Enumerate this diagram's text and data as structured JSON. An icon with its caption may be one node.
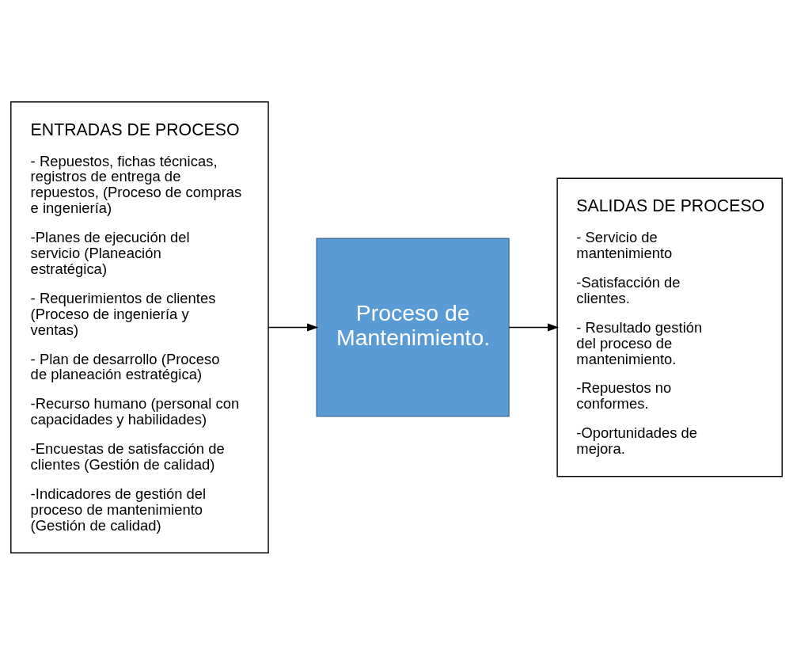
{
  "diagram": {
    "nodes": [
      {
        "text": [
          "ENTRADAS DE PROCESO",
          "- Repuestos, fichas técnicas, registros de entrega de repuestos, (Proceso de compras e ingeniería)",
          "-Planes de ejecución del servicio (Planeación estratégica)",
          "- Requerimientos de clientes (Proceso de ingeniería y ventas)",
          "- Plan de desarrollo (Proceso de planeación estratégica)",
          "-Recurso humano (personal con capacidades y habilidades)",
          "-Encuestas de satisfacción de clientes (Gestión de calidad)",
          "-Indicadores de gestión del proceso de mantenimiento (Gestión de calidad)"
        ]
      },
      {
        "text": [
          "Proceso de Mantenimiento."
        ]
      },
      {
        "text": [
          "SALIDAS DE PROCESO",
          "- Servicio de mantenimiento",
          "-Satisfacción de clientes.",
          "- Resultado gestión del proceso de mantenimiento.",
          "-Repuestos no conformes.",
          "-Oportunidades de mejora."
        ]
      }
    ],
    "edges": [
      {
        "from": 0,
        "to": 1,
        "arrow": "to"
      },
      {
        "from": 1,
        "to": 2,
        "arrow": "to"
      }
    ]
  }
}
